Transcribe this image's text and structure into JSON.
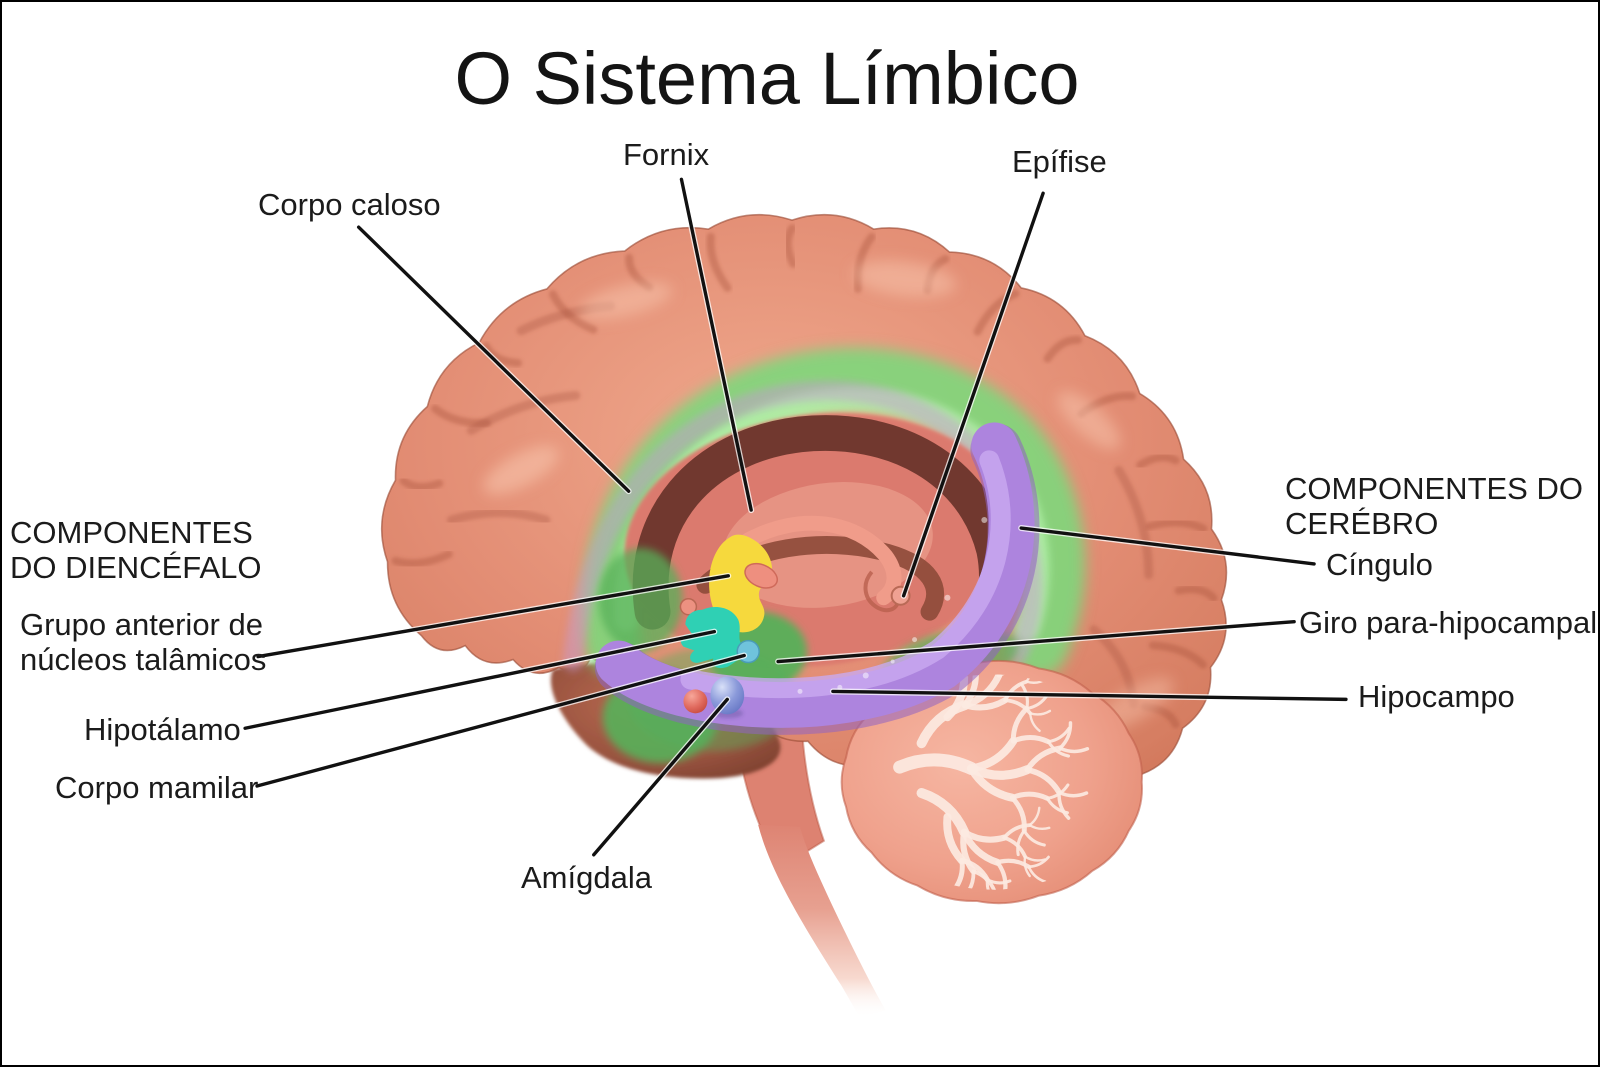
{
  "title": "O Sistema Límbico",
  "section_left": {
    "line1": "COMPONENTES",
    "line2": "DO DIENCÉFALO"
  },
  "section_right": {
    "line1": "COMPONENTES DO",
    "line2": "CERÉBRO"
  },
  "labels": {
    "corpo_caloso": "Corpo caloso",
    "fornix": "Fornix",
    "epifise": "Epífise",
    "grupo_line1": "Grupo anterior de",
    "grupo_line2": "núcleos talâmicos",
    "hipotalamo": "Hipotálamo",
    "corpo_mamilar": "Corpo mamilar",
    "amigdala": "Amígdala",
    "cingulo": "Cíngulo",
    "giro": "Giro para-hipocampal",
    "hipocampo": "Hipocampo"
  },
  "structures": {
    "cortex": {
      "name": "córtex cerebral",
      "color": "#e28c73"
    },
    "cingulate": {
      "name": "cíngulo (giro cingulado)",
      "color": "#7ed77b"
    },
    "cingulate_core": {
      "name": "cíngulo núcleo claro",
      "color": "#b2f0a8"
    },
    "cingulum_band": {
      "name": "banda do cíngulo",
      "color": "#c79ad2"
    },
    "corpus_callosum": {
      "name": "corpo caloso",
      "color": "#db7a6e"
    },
    "septum": {
      "name": "septo / ventrículo",
      "color": "#e69383"
    },
    "fornix_band": {
      "name": "fornix",
      "color": "#f09c8a"
    },
    "thalamus": {
      "name": "grupo anterior de núcleos talâmicos",
      "color": "#f6d93d"
    },
    "hypothalamus": {
      "name": "hipotálamo",
      "color": "#2fd0b4"
    },
    "mammillary_body": {
      "name": "corpo mamilar",
      "color": "#6fc3dc"
    },
    "amygdala": {
      "name": "amígdala",
      "color": "#8b9ada"
    },
    "hippocampus": {
      "name": "hipocampo",
      "color": "#ad84de"
    },
    "hippocampus_hl": {
      "name": "hipocampo brilho",
      "color": "#c9aaf0"
    },
    "parahippocampal": {
      "name": "giro para-hipocampal",
      "color": "#57b05a"
    },
    "pineal": {
      "name": "epífise (glândula pineal)",
      "color": "#efa192"
    },
    "cerebellum": {
      "name": "cerebelo",
      "color": "#efa18c"
    },
    "brainstem": {
      "name": "tronco encefálico",
      "color": "#dd8271"
    },
    "temporal_lobe": {
      "name": "lobo temporal",
      "color": "#9a5440"
    },
    "background": "#ffffff",
    "line_color": "#111111",
    "text_color": "#1b1b1b"
  }
}
